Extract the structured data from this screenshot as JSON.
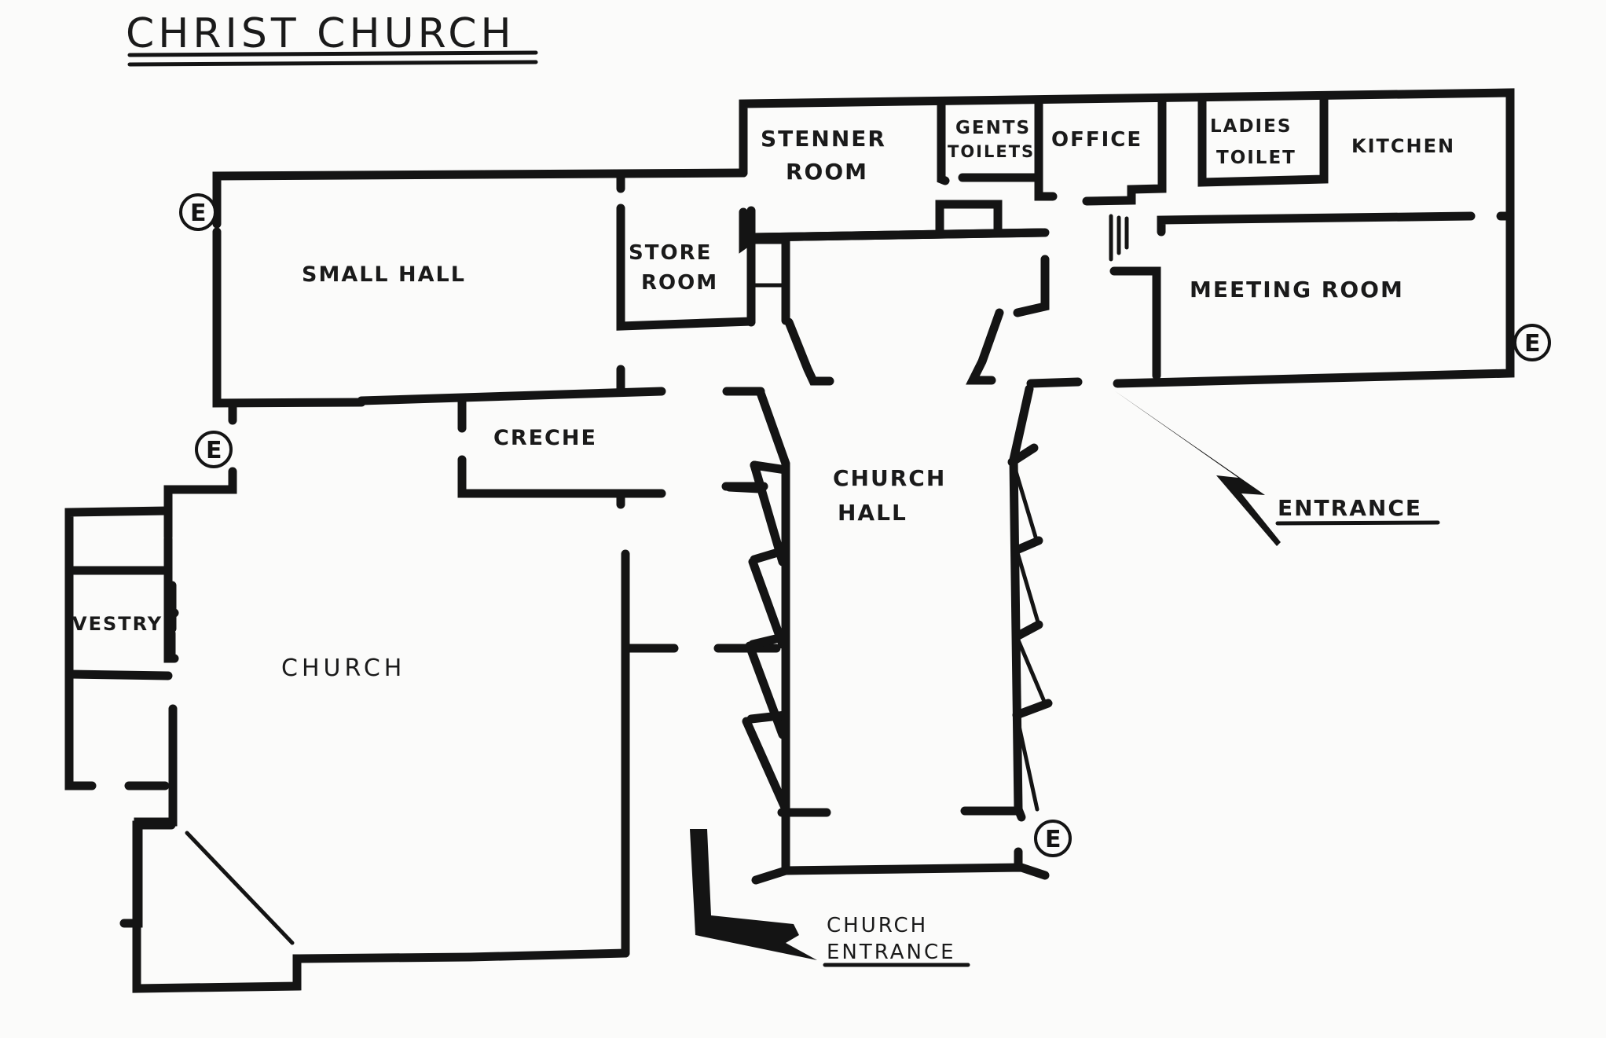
{
  "title": "CHRIST CHURCH",
  "rooms": {
    "stenner_room": [
      "STENNER",
      "ROOM"
    ],
    "gents_toilets": [
      "GENTS",
      "TOILETS"
    ],
    "office": "OFFICE",
    "ladies_toilet": [
      "LADIES",
      "TOILET"
    ],
    "kitchen": "KITCHEN",
    "small_hall": "SMALL HALL",
    "store_room": [
      "STORE",
      "ROOM"
    ],
    "meeting_room": "MEETING ROOM",
    "creche": "CRECHE",
    "church_hall": [
      "CHURCH",
      "HALL"
    ],
    "vestry": "VESTRY",
    "church": "CHURCH"
  },
  "entrances": {
    "main": "ENTRANCE",
    "church": [
      "CHURCH",
      "ENTRANCE"
    ]
  },
  "exit_marker": "E",
  "colors": {
    "ink": "#141414",
    "paper": "#fbfbfa"
  }
}
